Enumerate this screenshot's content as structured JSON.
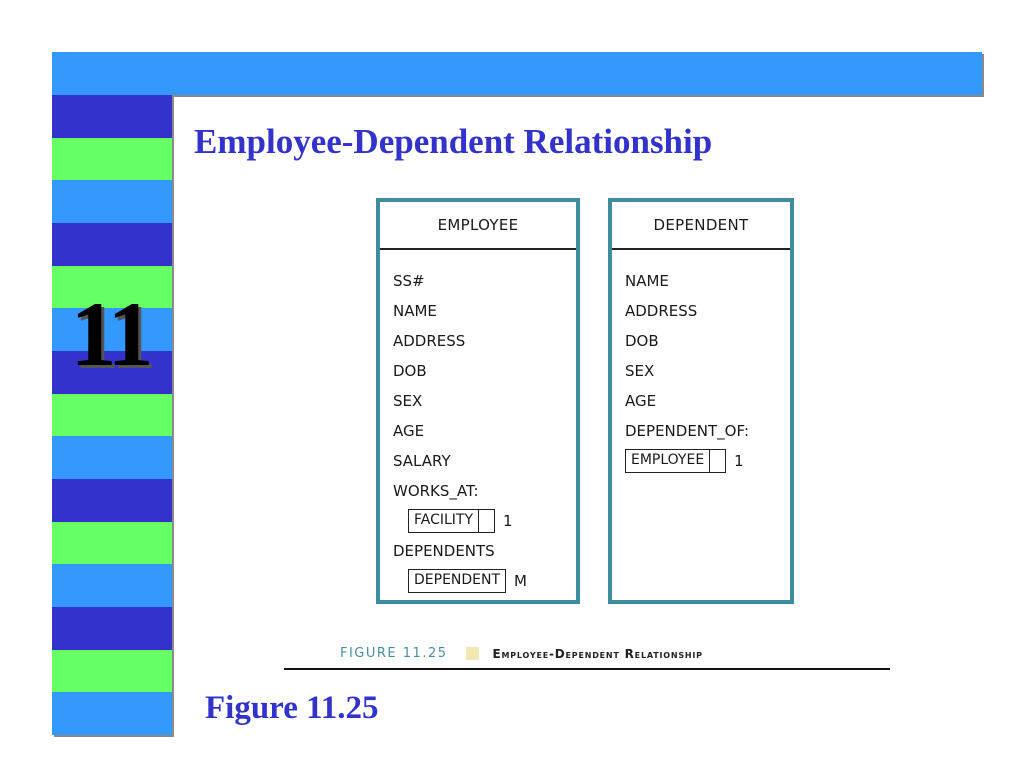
{
  "slide": {
    "title": "Employee-Dependent Relationship",
    "chapter_number": "11",
    "figure_label": "Figure 11.25"
  },
  "colors": {
    "top_bar": "#3399ff",
    "sidebar_stripes": [
      "#3333cc",
      "#66ff66",
      "#3399ff"
    ],
    "title_text": "#3333cc",
    "entity_border": "#3f8c9e"
  },
  "diagram": {
    "entities": [
      {
        "name": "EMPLOYEE",
        "attributes": [
          "SS#",
          "NAME",
          "ADDRESS",
          "DOB",
          "SEX",
          "AGE",
          "SALARY"
        ],
        "relations": [
          {
            "label": "WORKS_AT:",
            "target": "FACILITY",
            "cardinality": "1",
            "has_slot": true
          },
          {
            "label": "DEPENDENTS",
            "target": "DEPENDENT",
            "cardinality": "M",
            "has_slot": false
          }
        ]
      },
      {
        "name": "DEPENDENT",
        "attributes": [
          "NAME",
          "ADDRESS",
          "DOB",
          "SEX",
          "AGE"
        ],
        "relations": [
          {
            "label": "DEPENDENT_OF:",
            "target": "EMPLOYEE",
            "cardinality": "1",
            "has_slot": true
          }
        ]
      }
    ],
    "caption": {
      "figure_number": "FIGURE 11.25",
      "text": "Employee-Dependent Relationship"
    }
  }
}
